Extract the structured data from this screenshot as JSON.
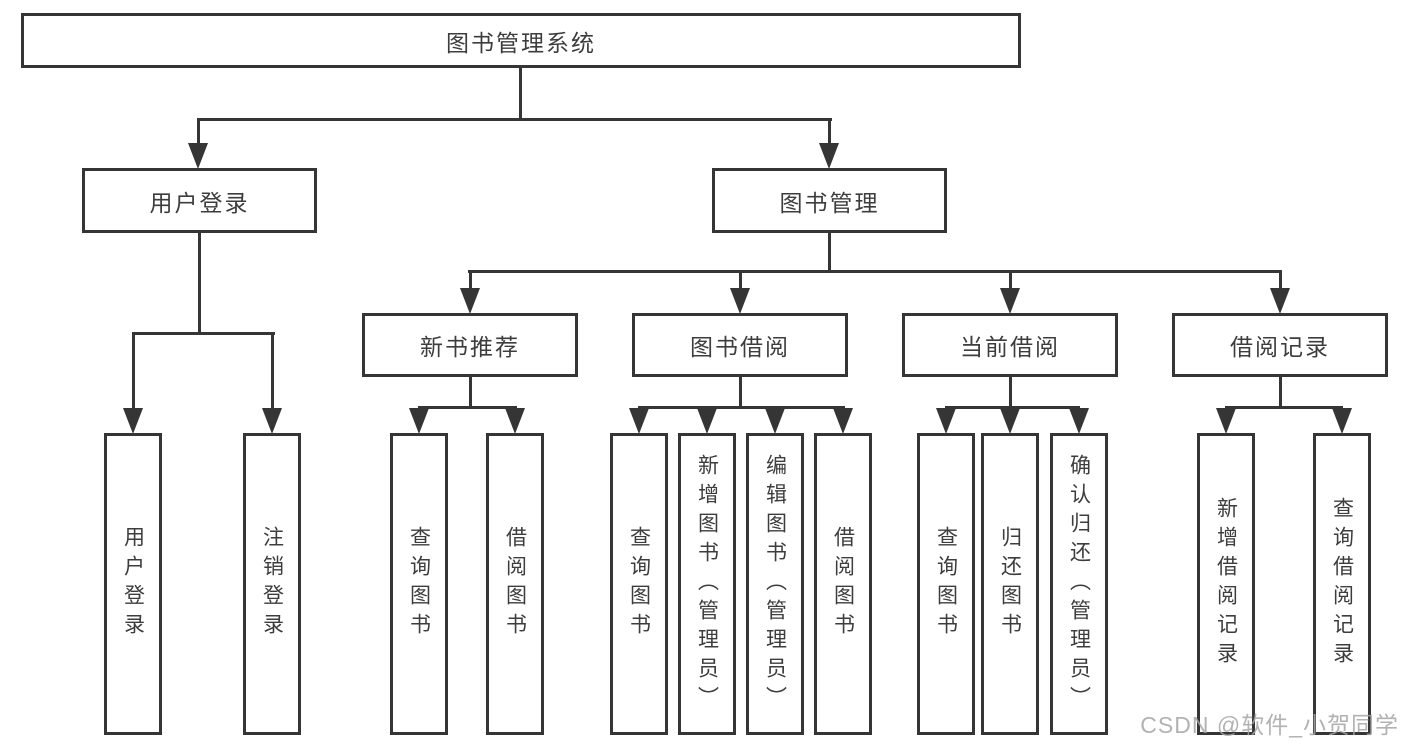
{
  "nodes": {
    "root": {
      "label": "图书管理系统"
    },
    "user_login": {
      "label": "用户登录"
    },
    "book_mgmt": {
      "label": "图书管理"
    },
    "new_book_rec": {
      "label": "新书推荐"
    },
    "book_borrow": {
      "label": "图书借阅"
    },
    "current_borrow": {
      "label": "当前借阅"
    },
    "borrow_record": {
      "label": "借阅记录"
    },
    "leaf_user_login": {
      "label": "用户登录"
    },
    "leaf_logout": {
      "label": "注销登录"
    },
    "leaf_rec_query": {
      "label": "查询图书"
    },
    "leaf_rec_borrow": {
      "label": "借阅图书"
    },
    "leaf_bor_query": {
      "label": "查询图书"
    },
    "leaf_bor_add": {
      "label": "新增图书（管理员）"
    },
    "leaf_bor_edit": {
      "label": "编辑图书（管理员）"
    },
    "leaf_bor_borrow": {
      "label": "借阅图书"
    },
    "leaf_cur_query": {
      "label": "查询图书"
    },
    "leaf_cur_return": {
      "label": "归还图书"
    },
    "leaf_cur_confirm": {
      "label": "确认归还（管理员）"
    },
    "leaf_log_add": {
      "label": "新增借阅记录"
    },
    "leaf_log_query": {
      "label": "查询借阅记录"
    }
  },
  "watermark": {
    "text": "CSDN @软件_小贺同学"
  },
  "colors": {
    "line": "#353535",
    "text": "#3d3d3d",
    "watermark": "#a4a4a4",
    "background": "#ffffff"
  }
}
